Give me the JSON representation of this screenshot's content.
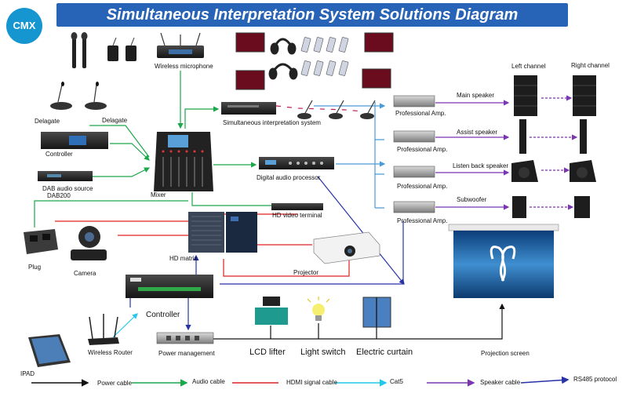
{
  "title": "Simultaneous Interpretation System Solutions Diagram",
  "logo": "CMX",
  "labels": {
    "wireless_microphone": "Wireless microphone",
    "delegate_left": "Delagate",
    "delegate_right": "Delagate",
    "controller": "Controller",
    "dab_audio_source": "DAB audio source",
    "dab200": "DAB200",
    "mixer": "Mixer",
    "sis": "Simultaneous interpretation system",
    "dap": "Digital audio processor",
    "hd_video_terminal": "HD video terminal",
    "hd_matrix": "HD matrix",
    "plug": "Plug",
    "camera": "Camera",
    "projector": "Projector",
    "controller2": "Controller",
    "wireless_router": "Wireless Router",
    "power_management": "Power management",
    "ipad": "IPAD",
    "lcd_lifter": "LCD lifter",
    "light_switch": "Light switch",
    "electric_curtain": "Electric curtain",
    "projection_screen": "Projection screen",
    "left_channel": "Left channel",
    "right_channel": "Right channel",
    "main_speaker": "Main speaker",
    "assist_speaker": "Assist  speaker",
    "listen_back_speaker": "Listen back speaker",
    "subwoofer": "Subwoofer",
    "amp1": "Professional Amp.",
    "amp2": "Professional Amp.",
    "amp3": "Professional Amp.",
    "amp4": "Professional Amp."
  },
  "legend": [
    {
      "label": "Power cable",
      "color": "#111111"
    },
    {
      "label": "Audio cable",
      "color": "#1aa84a"
    },
    {
      "label": "HDMI signal cable",
      "color": "#e02020"
    },
    {
      "label": "Cat5",
      "color": "#22c8e8"
    },
    {
      "label": "Speaker cable",
      "color": "#7a35b0"
    },
    {
      "label": "RS485  protocol",
      "color": "#2632a6"
    }
  ],
  "colors": {
    "title_bar": "#2763b6",
    "logo": "#1596d1"
  }
}
